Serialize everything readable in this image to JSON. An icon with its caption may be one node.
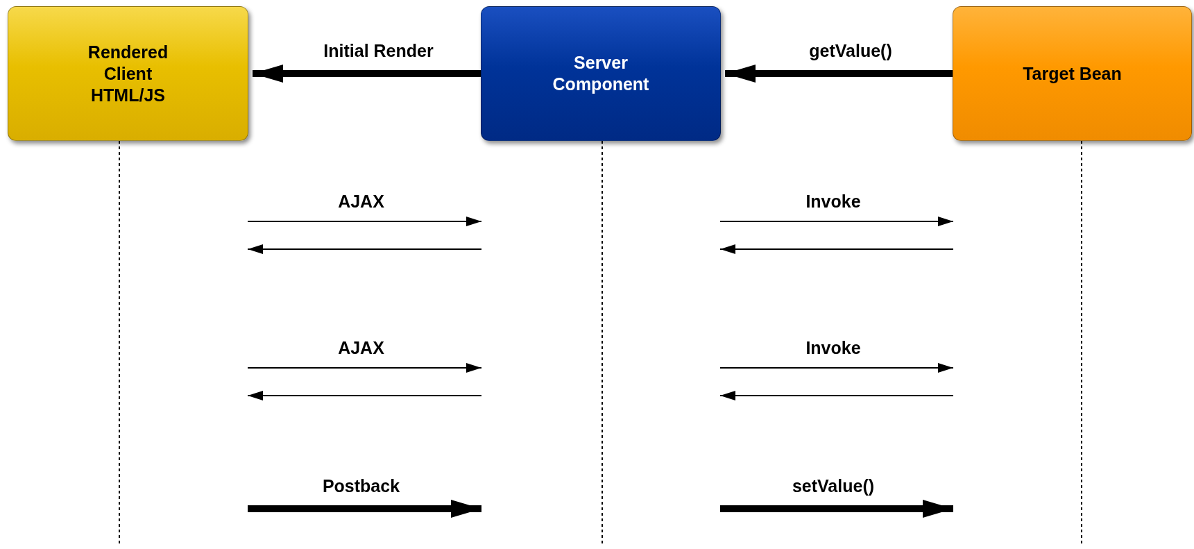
{
  "diagram": {
    "nodes": [
      {
        "text": [
          "Rendered Client HTML/JS"
        ]
      },
      {
        "text": [
          "Server Component"
        ]
      },
      {
        "text": [
          "Target Bean"
        ]
      }
    ],
    "edges": [
      {
        "from": 1,
        "to": 0,
        "arrow": "to",
        "label": "Initial Render",
        "style": "thick"
      },
      {
        "from": 2,
        "to": 1,
        "arrow": "to",
        "label": "getValue()",
        "style": "thick"
      },
      {
        "from": 0,
        "to": 1,
        "arrow": "to",
        "label": "AJAX"
      },
      {
        "from": 1,
        "to": 0,
        "arrow": "to"
      },
      {
        "from": 1,
        "to": 2,
        "arrow": "to",
        "label": "Invoke"
      },
      {
        "from": 2,
        "to": 1,
        "arrow": "to"
      },
      {
        "from": 0,
        "to": 1,
        "arrow": "to",
        "label": "AJAX"
      },
      {
        "from": 1,
        "to": 0,
        "arrow": "to"
      },
      {
        "from": 1,
        "to": 2,
        "arrow": "to",
        "label": "Invoke"
      },
      {
        "from": 2,
        "to": 1,
        "arrow": "to"
      },
      {
        "from": 0,
        "to": 1,
        "arrow": "to",
        "label": "Postback",
        "style": "thick"
      },
      {
        "from": 1,
        "to": 2,
        "arrow": "to",
        "label": "setValue()",
        "style": "thick"
      }
    ]
  }
}
